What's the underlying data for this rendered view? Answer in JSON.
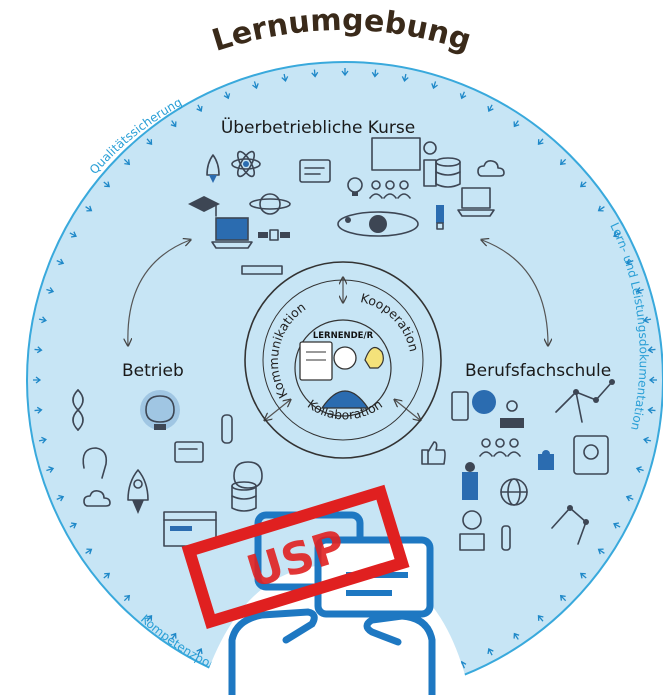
{
  "title": "Lernumgebung",
  "sections": {
    "top": "Überbetriebliche Kurse",
    "left": "Betrieb",
    "right": "Berufsfachschule"
  },
  "ring_labels": {
    "top_left": "Qualitätssicherung",
    "right": "Lern- und Leistungsdokumentation",
    "bottom_left": "Kompetenzportfolio"
  },
  "center": {
    "core": "LERNENDE/R",
    "left_arc": "Kommunikation",
    "right_arc": "Kooperation",
    "bottom_arc": "Kollaboration"
  },
  "stamp": {
    "text": "USP",
    "color": "#e02020"
  },
  "colors": {
    "circle_fill": "#c7e5f5",
    "circle_stroke": "#39a9dc",
    "accent_blue": "#1e78c2",
    "icon_dark": "#3d4654"
  },
  "icons": [
    "rocket-icon",
    "atom-icon",
    "laptop-icon",
    "planet-icon",
    "satellite-icon",
    "graduation-cap-icon",
    "teacher-icon",
    "database-icon",
    "lightbulb-icon",
    "brain-icon",
    "dna-icon",
    "microscope-icon",
    "test-tube-icon",
    "chat-bubbles-icon",
    "globe-icon",
    "puzzle-icon",
    "constellation-icon",
    "student-icon"
  ]
}
